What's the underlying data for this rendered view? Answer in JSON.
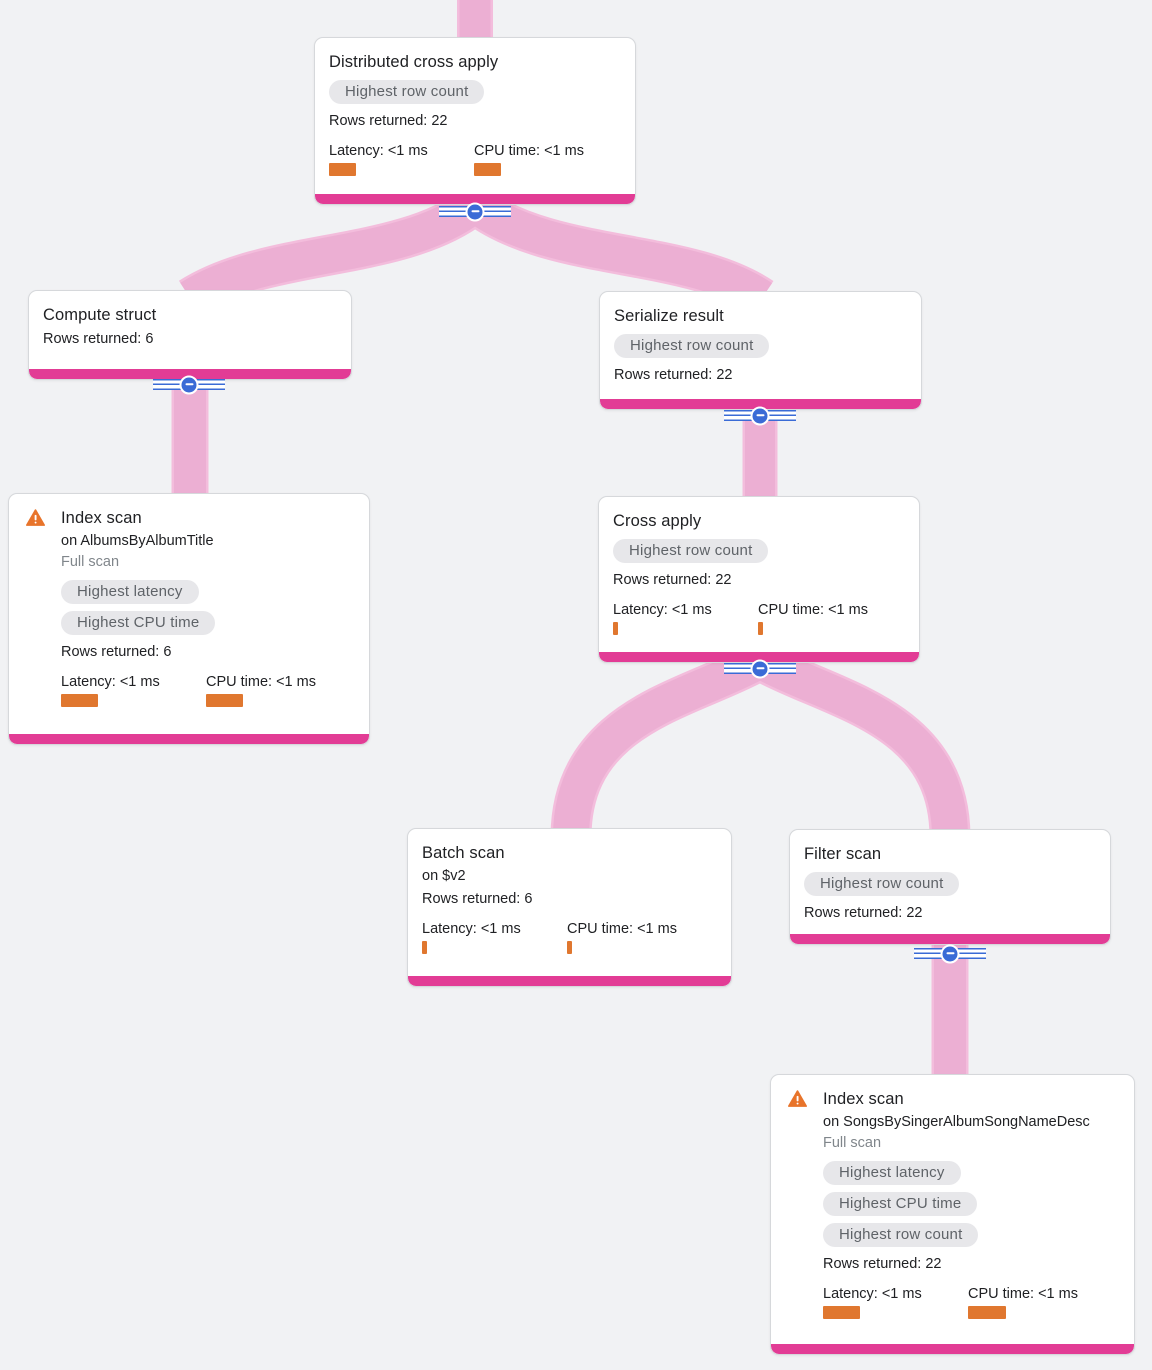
{
  "diagram": {
    "colors": {
      "bg": "#f1f2f4",
      "text": "#202124",
      "muted": "#80868b",
      "cardBorder": "#d6d8db",
      "accent": "#e23c95",
      "ribbon": "#ecafd3",
      "ribbonEdge": "#f3bddc",
      "bar": "#e0772f",
      "warning": "#e8742b",
      "button": "#3a6bd6",
      "badgeBg": "#e7e7ea",
      "badgeText": "#5f6368"
    },
    "nodes": [
      {
        "title": "Distributed cross apply",
        "badges": [
          "Highest row count"
        ],
        "rows": "Rows returned: 22",
        "latency": "Latency: <1 ms",
        "cpu": "CPU time: <1 ms",
        "latency_bar": 27,
        "cpu_bar": 27
      },
      {
        "title": "Compute struct",
        "rows": "Rows returned: 6"
      },
      {
        "title": "Serialize result",
        "badges": [
          "Highest row count"
        ],
        "rows": "Rows returned: 22"
      },
      {
        "title": "Index scan",
        "subtitle": "on AlbumsByAlbumTitle",
        "note": "Full scan",
        "badges": [
          "Highest latency",
          "Highest CPU time"
        ],
        "rows": "Rows returned: 6",
        "latency": "Latency: <1 ms",
        "cpu": "CPU time: <1 ms",
        "latency_bar": 37,
        "cpu_bar": 37
      },
      {
        "title": "Cross apply",
        "badges": [
          "Highest row count"
        ],
        "rows": "Rows returned: 22",
        "latency": "Latency: <1 ms",
        "cpu": "CPU time: <1 ms",
        "latency_bar": 5,
        "cpu_bar": 5
      },
      {
        "title": "Batch scan",
        "subtitle": "on $v2",
        "rows": "Rows returned: 6",
        "latency": "Latency: <1 ms",
        "cpu": "CPU time: <1 ms",
        "latency_bar": 5,
        "cpu_bar": 5
      },
      {
        "title": "Filter scan",
        "badges": [
          "Highest row count"
        ],
        "rows": "Rows returned: 22"
      },
      {
        "title": "Index scan",
        "subtitle": "on SongsBySingerAlbumSongNameDesc",
        "note": "Full scan",
        "badges": [
          "Highest latency",
          "Highest CPU time",
          "Highest row count"
        ],
        "rows": "Rows returned: 22",
        "latency": "Latency: <1 ms",
        "cpu": "CPU time: <1 ms",
        "latency_bar": 37,
        "cpu_bar": 38
      }
    ]
  }
}
